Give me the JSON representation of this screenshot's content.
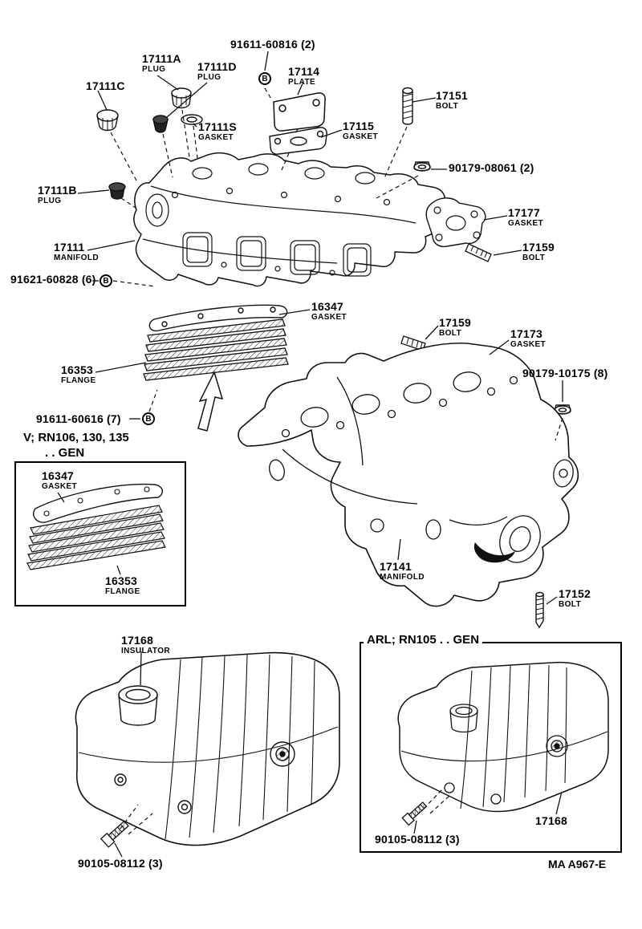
{
  "diagram": {
    "variant_note_line1": "V; RN106, 130, 135",
    "variant_note_line2": ". . GEN",
    "arl_box_title": "ARL; RN105 . . GEN",
    "footer_code": "MA A967-E",
    "bolt_marker": "B"
  },
  "parts": {
    "p91611_60816": {
      "number": "91611-60816 (2)"
    },
    "p17111A": {
      "number": "17111A",
      "desc": "PLUG"
    },
    "p17111D": {
      "number": "17111D",
      "desc": "PLUG"
    },
    "p17114": {
      "number": "17114",
      "desc": "PLATE"
    },
    "p17111C": {
      "number": "17111C"
    },
    "p17151": {
      "number": "17151",
      "desc": "BOLT"
    },
    "p17111S": {
      "number": "17111S",
      "desc": "GASKET"
    },
    "p17115": {
      "number": "17115",
      "desc": "GASKET"
    },
    "p90179_08061": {
      "number": "90179-08061 (2)"
    },
    "p17111B": {
      "number": "17111B",
      "desc": "PLUG"
    },
    "p17177": {
      "number": "17177",
      "desc": "GASKET"
    },
    "p17111": {
      "number": "17111",
      "desc": "MANIFOLD"
    },
    "p17159_right": {
      "number": "17159",
      "desc": "BOLT"
    },
    "p91621_60828": {
      "number": "91621-60828 (6)"
    },
    "p16347": {
      "number": "16347",
      "desc": "GASKET"
    },
    "p17159_mid": {
      "number": "17159",
      "desc": "BOLT"
    },
    "p17173": {
      "number": "17173",
      "desc": "GASKET"
    },
    "p16353": {
      "number": "16353",
      "desc": "FLANGE"
    },
    "p90179_10175": {
      "number": "90179-10175 (8)"
    },
    "p91611_60616": {
      "number": "91611-60616 (7)"
    },
    "inset16347": {
      "number": "16347",
      "desc": "GASKET"
    },
    "inset16353": {
      "number": "16353",
      "desc": "FLANGE"
    },
    "p17141": {
      "number": "17141",
      "desc": "MANIFOLD"
    },
    "p17152": {
      "number": "17152",
      "desc": "BOLT"
    },
    "p17168_main": {
      "number": "17168",
      "desc": "INSULATOR"
    },
    "p90105_main": {
      "number": "90105-08112 (3)"
    },
    "p90105_arl": {
      "number": "90105-08112 (3)"
    },
    "p17168_arl": {
      "number": "17168"
    }
  }
}
